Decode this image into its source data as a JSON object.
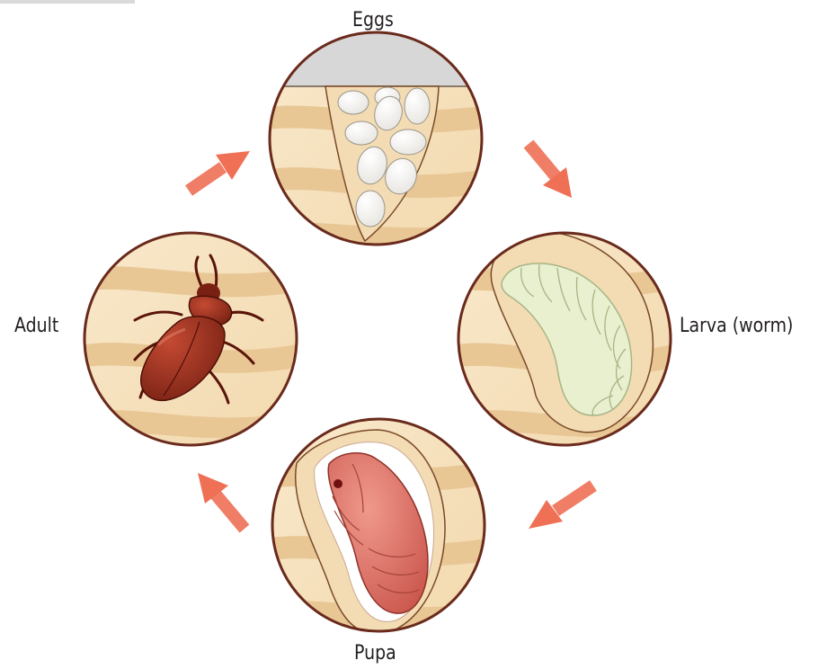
{
  "diagram": {
    "stages": [
      {
        "id": "eggs",
        "label": "Eggs"
      },
      {
        "id": "larva",
        "label": "Larva (worm)"
      },
      {
        "id": "pupa",
        "label": "Pupa"
      },
      {
        "id": "adult",
        "label": "Adult"
      }
    ],
    "colors": {
      "background_wood": "#f6e0bc",
      "wood_grain": "#e8c795",
      "circle_outline": "#6a2a1c",
      "arrow": "#ef7055",
      "egg": "#ffffff",
      "larva": "#eaf1d2",
      "pupa": "#d8675d",
      "adult_beetle": "#8b2717"
    }
  }
}
